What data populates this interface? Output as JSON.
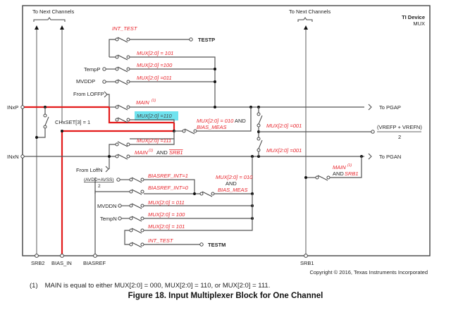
{
  "device": {
    "title": "TI Device",
    "subtitle": "MUX"
  },
  "top_labels": {
    "next_channels_left": "To Next Channels",
    "next_channels_right": "To Next Channels"
  },
  "inputs": {
    "inxp": "INxP",
    "inxn": "INxN",
    "tempp": "TempP",
    "mvddp": "MVDDP",
    "from_loffp": "From LOFFP",
    "from_loffn": "From LoffN",
    "avdd_avss_num": "(AVDD+AVSS)",
    "avdd_avss_den": "2",
    "mvddn": "MVDDN",
    "tempn": "TempN"
  },
  "outputs": {
    "testp": "TESTP",
    "testm": "TESTM",
    "to_pgap": "To PGAP",
    "to_pgan": "To PGAN",
    "vref_num": "(VREFP + VREFN)",
    "vref_den": "2"
  },
  "bottom_pins": {
    "srb2": "SRB2",
    "bias_in": "BIAS_IN",
    "biasref": "BIASREF",
    "srb1": "SRB1"
  },
  "switches": {
    "int_test_p": "INT_TEST",
    "mux101_p": "MUX[2:0] = 101",
    "mux100_p": "MUX[2:0] =100",
    "mux011_p": "MUX[2:0] =011",
    "main_p": "MAIN",
    "mux110": "MUX[2:0] =110",
    "chxset": "CHxSET[3] = 1",
    "bias_meas_p_1": "MUX[2:0] = 010",
    "bias_meas_p_and": "AND",
    "bias_meas_p_2": "BIAS_MEAS",
    "mux111": "MUX[2:0] =111",
    "main_n": "MAIN",
    "main_n_and": "AND",
    "main_n_srb1": "SRB1",
    "mux001_a": "MUX[2:0] =001",
    "mux001_b": "MUX[2:0] =001",
    "main_srb1_r": "MAIN",
    "main_srb1_r_and": "AND",
    "main_srb1_r_srb1": "SRB1",
    "biasref_int1": "BIASREF_INT=1",
    "biasref_int0": "BIASREF_INT=0",
    "bias_meas_n_1": "MUX[2:0] = 010",
    "bias_meas_n_and": "AND",
    "bias_meas_n_2": "BIAS_MEAS",
    "mux011_n": "MUX[2:0] = 011",
    "mux100_n": "MUX[2:0] = 100",
    "mux101_n": "MUX[2:0] = 101",
    "int_test_n": "INT_TEST",
    "footnote_mark": "(1)"
  },
  "copyright": "Copyright © 2016, Texas Instruments Incorporated",
  "footnote": {
    "marker": "(1)",
    "text": "MAIN is equal to either MUX[2:0] = 000, MUX[2:0] = 110, or MUX[2:0] = 111."
  },
  "caption": "Figure 18.  Input Multiplexer Block for One Channel",
  "colors": {
    "highlight_path": "#e31b1b",
    "highlight_box": "#6fe3ef",
    "condition_text": "#e8232a"
  }
}
